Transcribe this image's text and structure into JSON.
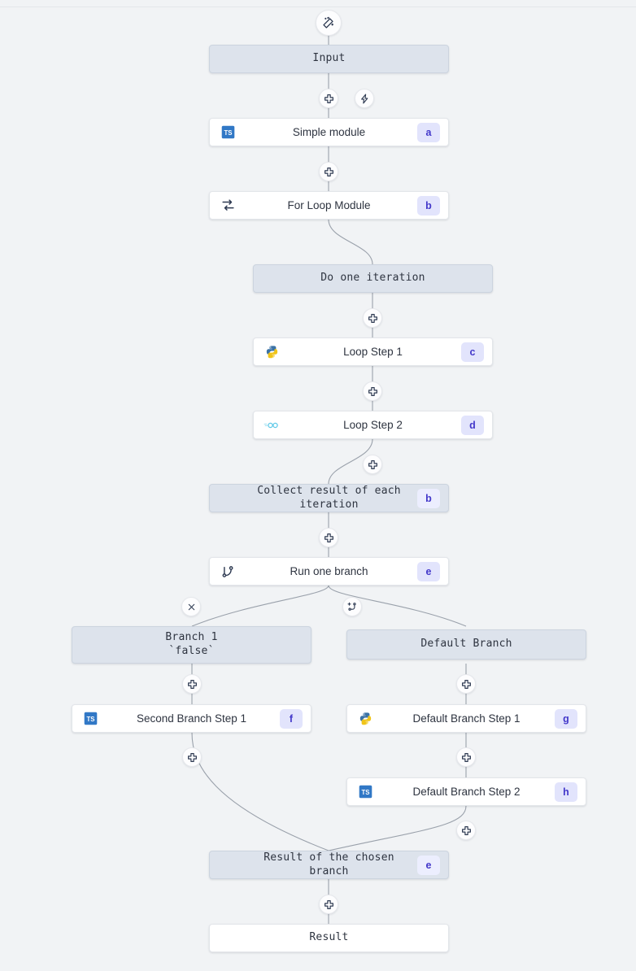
{
  "app": {
    "kind": "workflow-flowchart-editor",
    "background_color": "#f1f3f5",
    "node_gray_color": "#dde3ec",
    "node_white_color": "#ffffff",
    "badge_bg_color": "#e2e4fc",
    "badge_text_color": "#4338ca",
    "edge_color": "#9aa1ab"
  },
  "toolbar": {
    "ai_builder_icon": "magic-wand-icon"
  },
  "handles": {
    "plus_icon": "plus-icon",
    "bolt_icon": "lightning-bolt-icon",
    "close_icon": "close-icon",
    "add_branch_icon": "add-branch-icon"
  },
  "nodes": [
    {
      "id": "input",
      "label": "Input",
      "style": "gray",
      "mono": true,
      "icon": null,
      "badge": null
    },
    {
      "id": "simple-module",
      "label": "Simple module",
      "style": "white",
      "mono": false,
      "icon": "typescript-icon",
      "badge": "a"
    },
    {
      "id": "for-loop-module",
      "label": "For Loop Module",
      "style": "white",
      "mono": false,
      "icon": "loop-icon",
      "badge": "b"
    },
    {
      "id": "do-one-iteration",
      "label": "Do one iteration",
      "style": "gray",
      "mono": true,
      "icon": null,
      "badge": null
    },
    {
      "id": "loop-step-1",
      "label": "Loop Step 1",
      "style": "white",
      "mono": false,
      "icon": "python-icon",
      "badge": "c"
    },
    {
      "id": "loop-step-2",
      "label": "Loop Step 2",
      "style": "white",
      "mono": false,
      "icon": "go-icon",
      "badge": "d"
    },
    {
      "id": "collect-result",
      "label": "Collect result of each iteration",
      "style": "gray",
      "mono": true,
      "icon": null,
      "badge": "b"
    },
    {
      "id": "run-one-branch",
      "label": "Run one branch",
      "style": "white",
      "mono": false,
      "icon": "branch-icon",
      "badge": "e"
    },
    {
      "id": "branch-1",
      "label": "Branch 1\n`false`",
      "style": "gray",
      "mono": true,
      "icon": null,
      "badge": null
    },
    {
      "id": "default-branch",
      "label": "Default Branch",
      "style": "gray",
      "mono": true,
      "icon": null,
      "badge": null
    },
    {
      "id": "second-branch-step-1",
      "label": "Second Branch Step 1",
      "style": "white",
      "mono": false,
      "icon": "typescript-icon",
      "badge": "f"
    },
    {
      "id": "default-branch-step-1",
      "label": "Default Branch Step 1",
      "style": "white",
      "mono": false,
      "icon": "python-icon",
      "badge": "g"
    },
    {
      "id": "default-branch-step-2",
      "label": "Default Branch Step 2",
      "style": "white",
      "mono": false,
      "icon": "typescript-icon",
      "badge": "h"
    },
    {
      "id": "result-of-chosen-branch",
      "label": "Result of the chosen branch",
      "style": "gray",
      "mono": true,
      "icon": null,
      "badge": "e"
    },
    {
      "id": "result",
      "label": "Result",
      "style": "white",
      "mono": true,
      "icon": null,
      "badge": null
    }
  ]
}
